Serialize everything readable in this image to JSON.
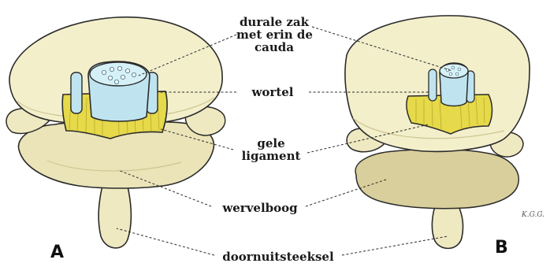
{
  "labels": {
    "dural_sac_line1": "durale zak",
    "dural_sac_line2": "met erin de",
    "dural_sac_line3": "cauda",
    "root": "wortel",
    "yellow_ligament_line1": "gele",
    "yellow_ligament_line2": "ligament",
    "vertebral_arch": "wervelboog",
    "spinous_process": "doornuitsteeksel"
  },
  "panels": {
    "left": "A",
    "right": "B"
  },
  "signature": "K.G.G.",
  "colors": {
    "bone": "#f3efcb",
    "bone_shadow": "#e1d9a6",
    "ligament": "#e6d94a",
    "dural_sac": "#bfe4ef",
    "outline": "#2b2b2b"
  }
}
